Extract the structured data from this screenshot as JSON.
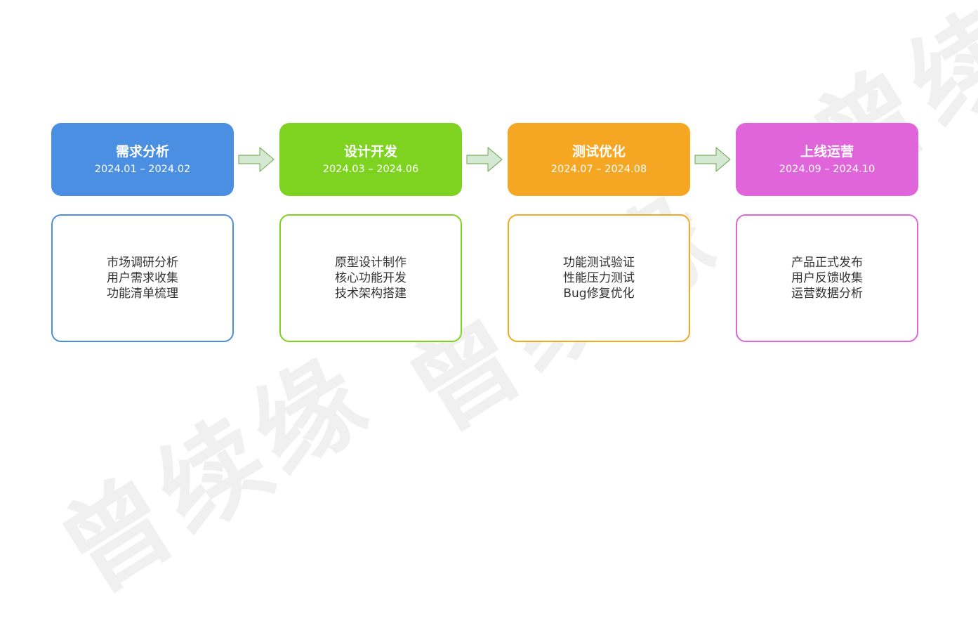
{
  "watermark": {
    "text": "曾续缘"
  },
  "stages": [
    {
      "title": "需求分析",
      "date": "2024.01 – 2024.02",
      "color": "#4A8FE2",
      "items": [
        "市场调研分析",
        "用户需求收集",
        "功能清单梳理"
      ]
    },
    {
      "title": "设计开发",
      "date": "2024.03 – 2024.06",
      "color": "#7ED321",
      "items": [
        "原型设计制作",
        "核心功能开发",
        "技术架构搭建"
      ]
    },
    {
      "title": "测试优化",
      "date": "2024.07 – 2024.08",
      "color": "#F5A623",
      "items": [
        "功能测试验证",
        "性能压力测试",
        "Bug修复优化"
      ]
    },
    {
      "title": "上线运营",
      "date": "2024.09 – 2024.10",
      "color": "#E065DB",
      "items": [
        "产品正式发布",
        "用户反馈收集",
        "运营数据分析"
      ]
    }
  ],
  "arrow": {
    "fill": "#D5E8D4",
    "stroke": "#82B366"
  }
}
